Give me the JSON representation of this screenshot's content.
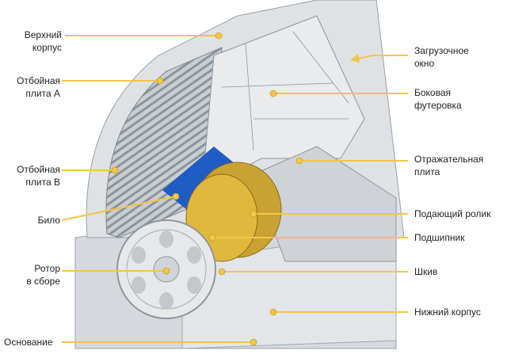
{
  "accent_color": "#f2c744",
  "labels": {
    "upper_housing": [
      "Верхний",
      "корпус"
    ],
    "impact_plate_a": [
      "Отбойная",
      "плита А"
    ],
    "impact_plate_b": [
      "Отбойная",
      "плита B"
    ],
    "hammer": [
      "Било"
    ],
    "rotor_assembly": [
      "Ротор",
      "в сборе"
    ],
    "base": [
      "Основание"
    ],
    "feed_opening": [
      "Загрузочное",
      "окно"
    ],
    "side_lining": [
      "Боковая",
      "футеровка"
    ],
    "reflector_plate": [
      "Отражательная",
      "плита"
    ],
    "feed_roller": [
      "Подающий ролик"
    ],
    "bearing": [
      "Подшипник"
    ],
    "pulley": [
      "Шкив"
    ],
    "lower_housing": [
      "Нижний корпус"
    ]
  }
}
